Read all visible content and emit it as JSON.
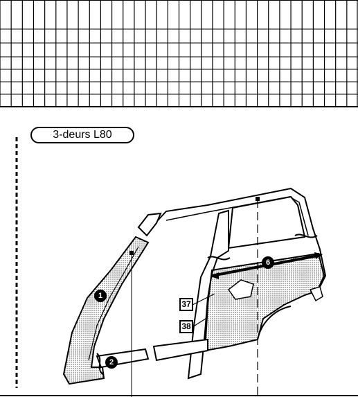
{
  "diagram": {
    "version_label": "3-deurs L80",
    "callout_boxes": [
      "37",
      "38"
    ],
    "part_markers": [
      "1",
      "2",
      "6"
    ]
  }
}
